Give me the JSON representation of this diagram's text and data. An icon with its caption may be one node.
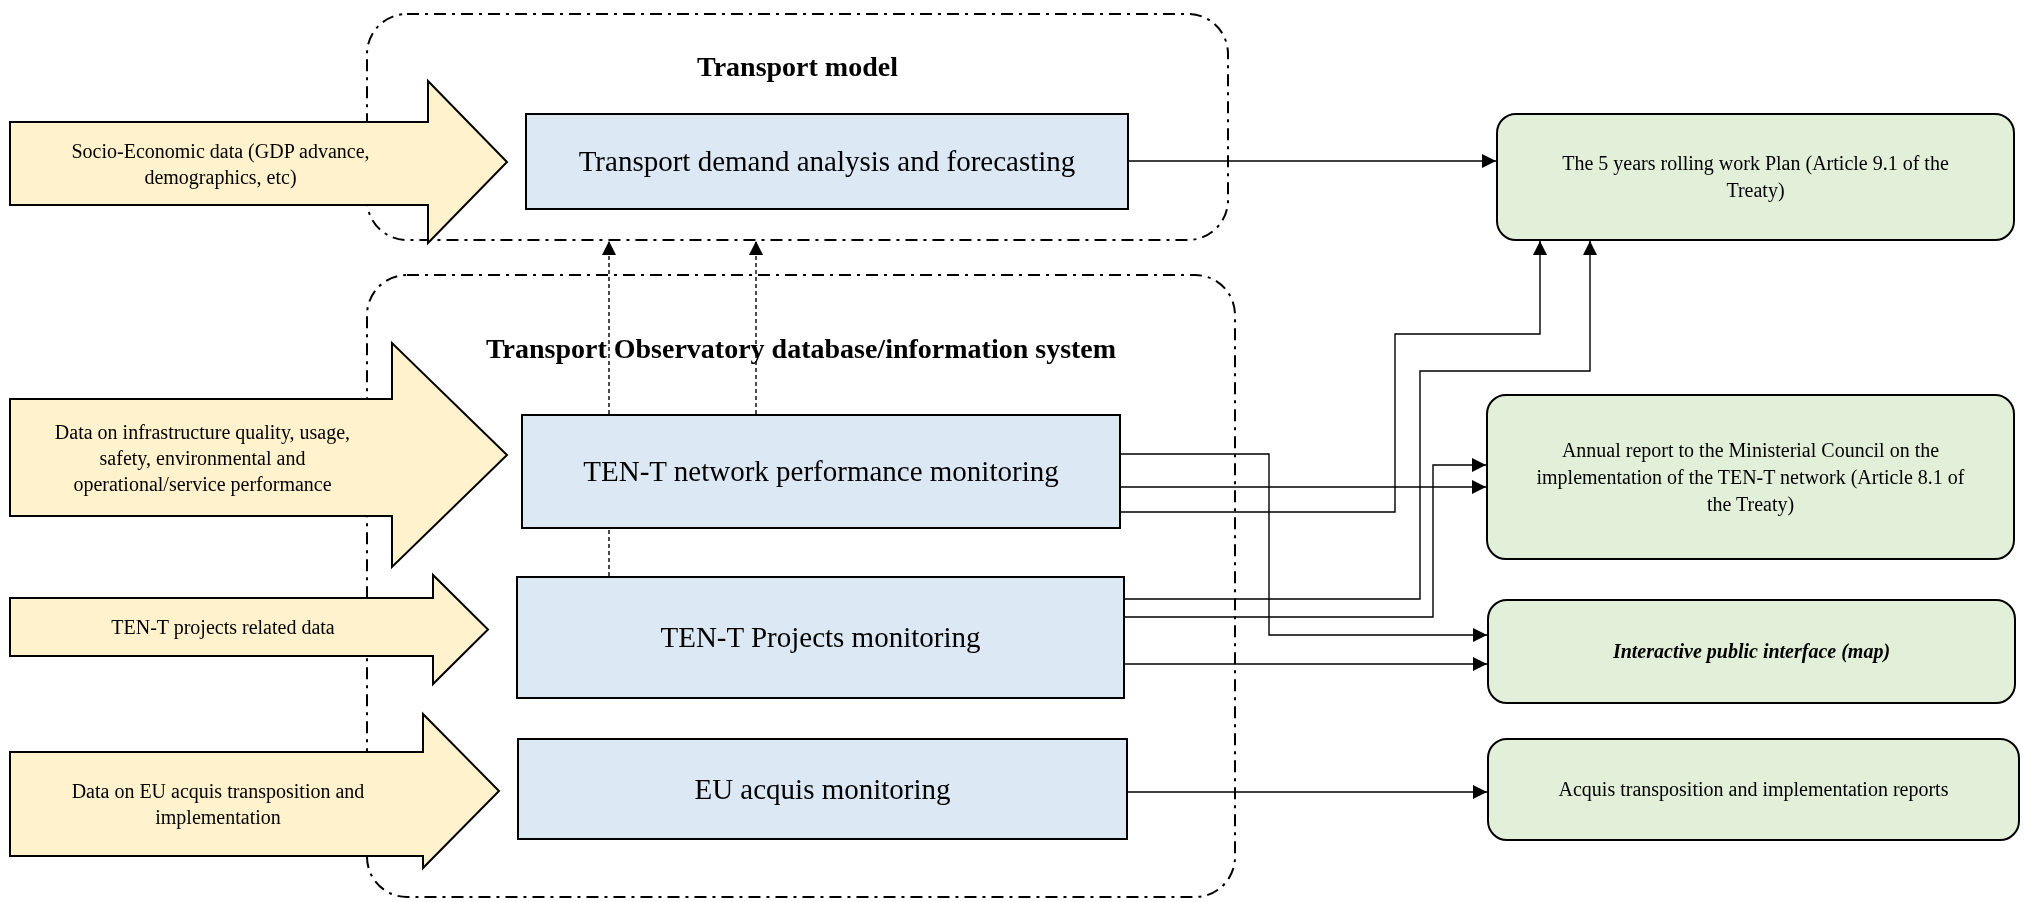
{
  "diagram": {
    "nodes": [
      {
        "text": [
          "Transport model"
        ]
      },
      {
        "text": [
          "Transport demand analysis and forecasting"
        ],
        "in": 0
      },
      {
        "text": [
          "Transport Observatory database/information system"
        ]
      },
      {
        "text": [
          "TEN-T network performance monitoring"
        ],
        "in": 2
      },
      {
        "text": [
          "TEN-T Projects monitoring"
        ],
        "in": 2
      },
      {
        "text": [
          "EU acquis monitoring"
        ],
        "in": 2
      },
      {
        "text": [
          "Socio-Economic data (GDP advance, demographics, etc)"
        ]
      },
      {
        "text": [
          "Data on infrastructure quality, usage, safety, environmental and operational/service performance"
        ]
      },
      {
        "text": [
          "TEN-T projects related data"
        ]
      },
      {
        "text": [
          "Data on EU acquis transposition and implementation"
        ]
      },
      {
        "text": [
          "The 5 years rolling work Plan (Article 9.1 of the Treaty)"
        ]
      },
      {
        "text": [
          "Annual report to the Ministerial Council on the implementation of the TEN-T network (Article 8.1 of the Treaty)"
        ]
      },
      {
        "text": [
          "Interactive public interface (map)"
        ]
      },
      {
        "text": [
          "Acquis transposition and implementation reports"
        ]
      }
    ],
    "edges": [
      {
        "from": 1,
        "to": 10,
        "arrow": "to"
      },
      {
        "from": 3,
        "to": 12,
        "arrow": "to"
      },
      {
        "from": 3,
        "to": 11,
        "arrow": "to"
      },
      {
        "from": 3,
        "to": 10,
        "arrow": "to"
      },
      {
        "from": 4,
        "to": 10,
        "arrow": "to"
      },
      {
        "from": 4,
        "to": 11,
        "arrow": "to"
      },
      {
        "from": 4,
        "to": 12,
        "arrow": "to"
      },
      {
        "from": 5,
        "to": 13,
        "arrow": "to"
      },
      {
        "from": 4,
        "to": 3,
        "arrow": "none",
        "style": "dashed"
      },
      {
        "from": 3,
        "to": 0,
        "arrow": "to",
        "style": "dashed"
      },
      {
        "from": 3,
        "to": 0,
        "arrow": "to",
        "style": "dashed"
      }
    ]
  }
}
